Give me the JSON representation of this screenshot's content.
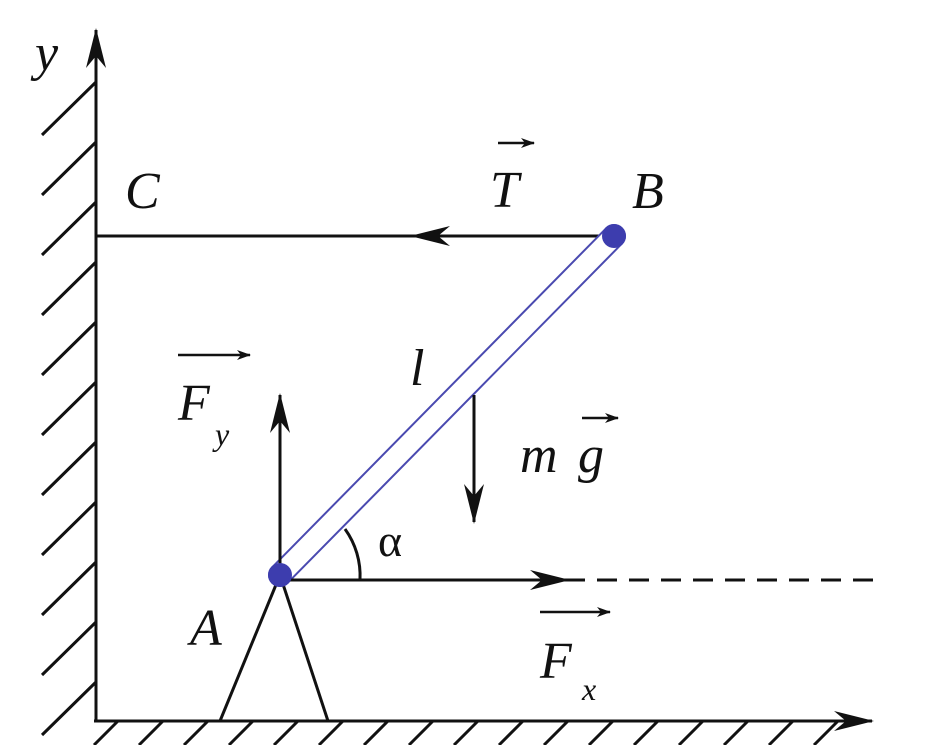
{
  "labels": {
    "y_axis": "y",
    "point_c": "C",
    "point_b": "B",
    "point_a": "A",
    "tension": "T",
    "length": "l",
    "gravity_m": "m",
    "gravity_g": "g",
    "angle": "α",
    "force_y_main": "F",
    "force_y_sub": "y",
    "force_x_main": "F",
    "force_x_sub": "x"
  },
  "colors": {
    "ink": "#111111",
    "rod_outline": "#4a4ab0",
    "joint": "#3d3dae"
  }
}
